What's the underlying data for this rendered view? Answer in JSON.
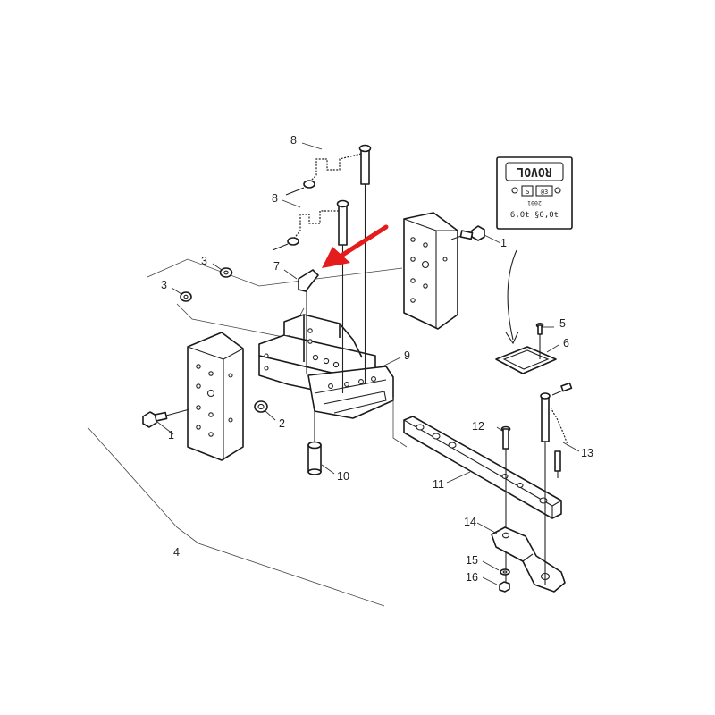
{
  "callouts": {
    "c1a": "1",
    "c1b": "1",
    "c2": "2",
    "c3a": "3",
    "c3b": "3",
    "c4": "4",
    "c5": "5",
    "c6": "6",
    "c7": "7",
    "c8a": "8",
    "c8b": "8",
    "c9": "9",
    "c10": "10",
    "c11": "11",
    "c12": "12",
    "c13": "13",
    "c14": "14",
    "c15": "15",
    "c16": "16"
  },
  "plate": {
    "brand": "ROVOL",
    "small_a": "S",
    "small_b": "@3",
    "code": "2001",
    "rating": "6,0t §0,0t"
  },
  "colors": {
    "highlight_arrow": "#e41c1c",
    "linework": "#1a1a1a"
  }
}
